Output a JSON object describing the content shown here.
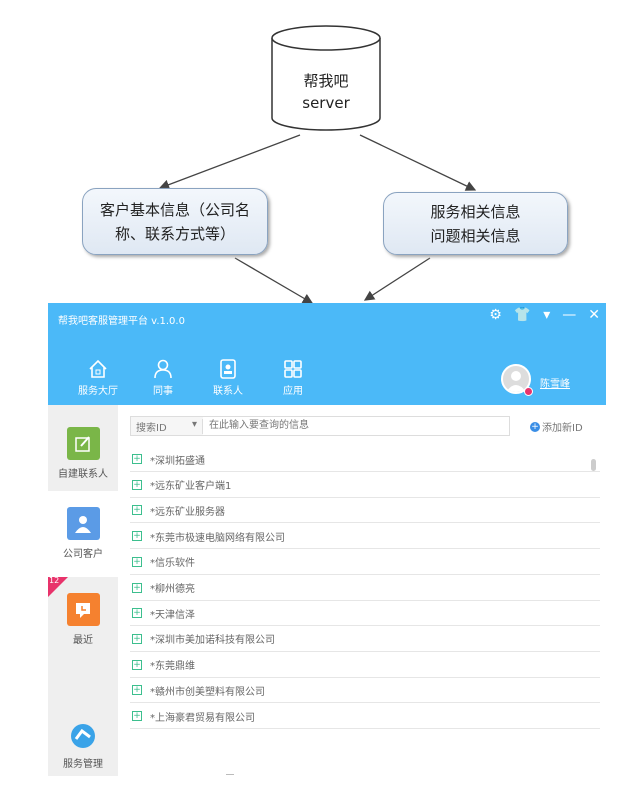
{
  "diagram": {
    "server_line1": "帮我吧",
    "server_line2": "server",
    "left_box": "客户基本信息（公司名称、联系方式等）",
    "right_box_line1": "服务相关信息",
    "right_box_line2": "问题相关信息"
  },
  "app": {
    "title": "帮我吧客服管理平台 v.1.0.0",
    "nav": [
      {
        "label": "服务大厅"
      },
      {
        "label": "同事"
      },
      {
        "label": "联系人"
      },
      {
        "label": "应用"
      }
    ],
    "user": "陈雪峰",
    "sidebar": [
      {
        "label": "自建联系人",
        "color": "#7ab648"
      },
      {
        "label": "公司客户",
        "color": "#5b9be6"
      },
      {
        "label": "最近",
        "color": "#f5812f",
        "badge": "12"
      },
      {
        "label": "服务管理"
      }
    ],
    "search": {
      "type": "搜索ID",
      "placeholder": "在此输入要查询的信息",
      "add": "添加新ID"
    },
    "list": [
      "*深圳拓盛通",
      "*远东矿业客户端1",
      "*远东矿业服务器",
      "*东莞市极速电脑网络有限公司",
      "*信乐软件",
      "*柳州德亮",
      "*天津信泽",
      "*深圳市美加诺科技有限公司",
      "*东莞鼎维",
      "*赣州市创美塑料有限公司",
      "*上海豪君贸易有限公司"
    ]
  }
}
